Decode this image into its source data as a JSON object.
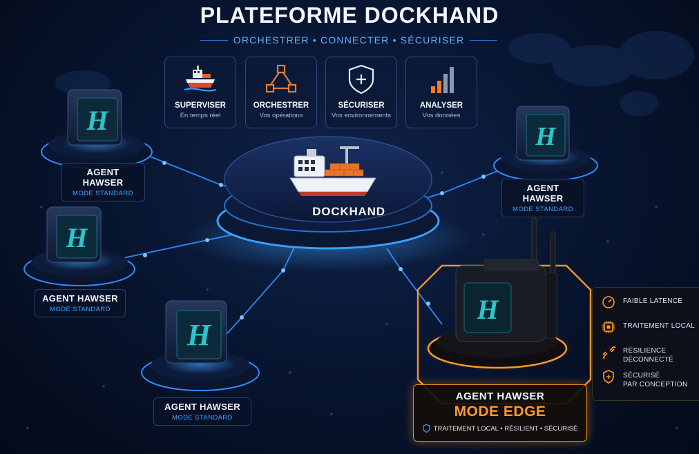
{
  "header": {
    "title": "PLATEFORME DOCKHAND",
    "subtitle": "ORCHESTRER • CONNECTER • SÉCURISER"
  },
  "feature_cards": [
    {
      "label": "SUPERVISER",
      "sub": "En temps réel",
      "icon": "ship-icon"
    },
    {
      "label": "ORCHESTRER",
      "sub": "Vos opérations",
      "icon": "network-icon"
    },
    {
      "label": "SÉCURISER",
      "sub": "Vos environnements",
      "icon": "shield-icon"
    },
    {
      "label": "ANALYSER",
      "sub": "Vos données",
      "icon": "bar-chart-icon"
    }
  ],
  "hub": {
    "label": "DOCKHAND",
    "icon": "container-ship-icon"
  },
  "agents": [
    {
      "name": "AGENT HAWSER",
      "mode": "MODE STANDARD"
    },
    {
      "name": "AGENT HAWSER",
      "mode": "MODE STANDARD"
    },
    {
      "name": "AGENT HAWSER",
      "mode": "MODE STANDARD"
    },
    {
      "name": "AGENT HAWSER",
      "mode": "MODE STANDARD"
    }
  ],
  "edge_agent": {
    "name": "AGENT HAWSER",
    "mode": "MODE EDGE",
    "footer": "TRAITEMENT LOCAL • RÉSILIENT • SÉCURISÉ"
  },
  "edge_features": [
    {
      "line1": "FAIBLE LATENCE",
      "line2": "",
      "icon": "gauge-icon"
    },
    {
      "line1": "TRAITEMENT LOCAL",
      "line2": "",
      "icon": "chip-icon"
    },
    {
      "line1": "RÉSILIENCE",
      "line2": "DÉCONNECTÉ",
      "icon": "broken-link-icon"
    },
    {
      "line1": "SÉCURISÉ",
      "line2": "PAR CONCEPTION",
      "icon": "shield-icon"
    }
  ],
  "colors": {
    "accent_blue": "#2f8cff",
    "accent_orange": "#ff9a2a",
    "background": "#050c1c"
  }
}
